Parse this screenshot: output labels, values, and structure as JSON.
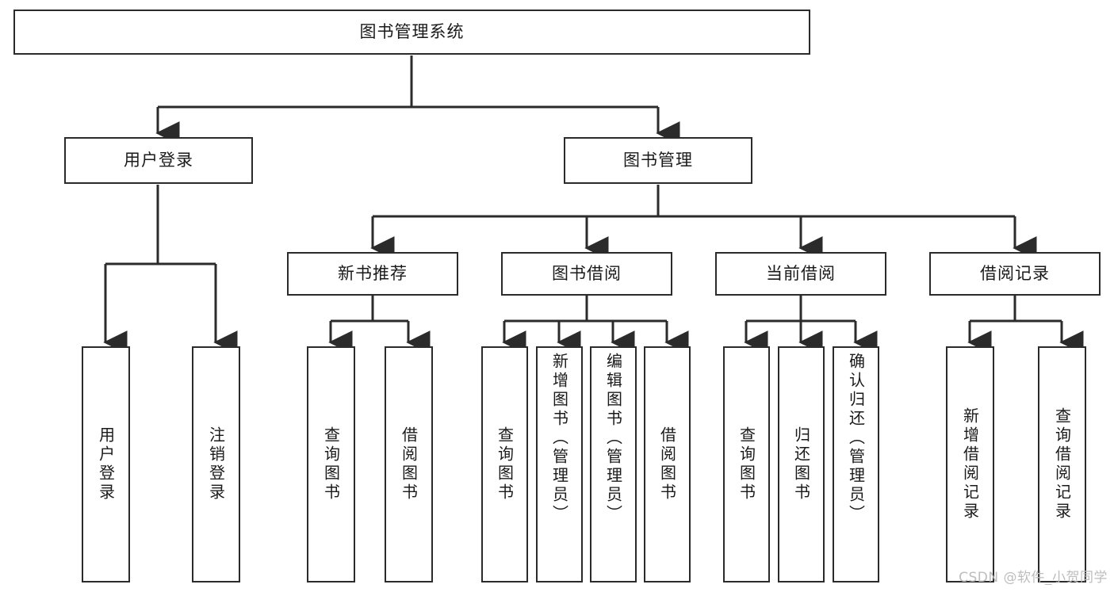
{
  "diagram": {
    "type": "tree-hierarchy",
    "title": "图书管理系统",
    "watermark": "CSDN @软件_小贺同学",
    "colors": {
      "box_border": "#2b2b2b",
      "box_fill": "#ffffff",
      "connector": "#2b2b2b",
      "text": "#1a1a1a",
      "watermark": "#bdbdbd"
    },
    "root": {
      "label": "图书管理系统"
    },
    "level2": [
      {
        "label": "用户登录"
      },
      {
        "label": "图书管理"
      }
    ],
    "level3": [
      {
        "label": "新书推荐"
      },
      {
        "label": "图书借阅"
      },
      {
        "label": "当前借阅"
      },
      {
        "label": "借阅记录"
      }
    ],
    "leaves": {
      "user_login": [
        {
          "label": "用户登录"
        },
        {
          "label": "注销登录"
        }
      ],
      "new_book_recommend": [
        {
          "label": "查询图书"
        },
        {
          "label": "借阅图书"
        }
      ],
      "book_borrow": [
        {
          "label": "查询图书"
        },
        {
          "label": "新增图书（管理员）"
        },
        {
          "label": "编辑图书（管理员）"
        },
        {
          "label": "借阅图书"
        }
      ],
      "current_borrow": [
        {
          "label": "查询图书"
        },
        {
          "label": "归还图书"
        },
        {
          "label": "确认归还（管理员）"
        }
      ],
      "borrow_record": [
        {
          "label": "新增借阅记录"
        },
        {
          "label": "查询借阅记录"
        }
      ]
    }
  }
}
